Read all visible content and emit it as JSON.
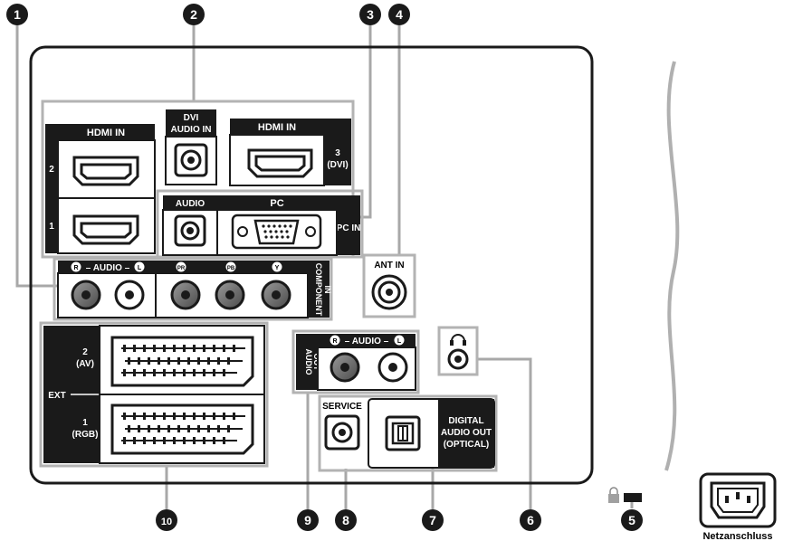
{
  "callouts": [
    "1",
    "2",
    "3",
    "4",
    "5",
    "6",
    "7",
    "8",
    "9",
    "10"
  ],
  "hdmi_in_left": {
    "title": "HDMI IN",
    "port_top": "2",
    "port_bottom": "1"
  },
  "dvi_audio_in": {
    "line1": "DVI",
    "line2": "AUDIO IN"
  },
  "hdmi_in_right": {
    "title": "HDMI IN",
    "side_line1": "3",
    "side_line2": "(DVI)"
  },
  "pc_section": {
    "audio": "AUDIO",
    "pc": "PC",
    "side": "PC IN"
  },
  "component": {
    "audio_label": "– AUDIO –",
    "r": "R",
    "l": "L",
    "pr": "PR",
    "pb": "PB",
    "y": "Y",
    "side_line1": "COMPONENT",
    "side_line2": "IN"
  },
  "ant_in": {
    "label": "ANT IN"
  },
  "ext": {
    "label": "EXT",
    "top_line1": "2",
    "top_line2": "(AV)",
    "bottom_line1": "1",
    "bottom_line2": "(RGB)"
  },
  "audio_out": {
    "audio_label": "– AUDIO –",
    "r": "R",
    "l": "L",
    "side_line1": "AUDIO",
    "side_line2": "OUT"
  },
  "service": {
    "label": "SERVICE"
  },
  "digital_out": {
    "line1": "DIGITAL",
    "line2": "AUDIO OUT",
    "line3": "(OPTICAL)"
  },
  "power": {
    "label": "Netzanschluss"
  },
  "colors": {
    "panel_border": "#1a1a1a",
    "group_border": "#b3b3b3",
    "callout_fill": "#1a1a1a",
    "leader": "#a8a8a8"
  }
}
